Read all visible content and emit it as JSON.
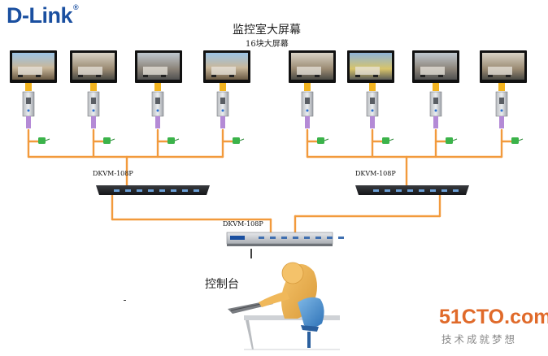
{
  "brand": {
    "logo": "D-Link",
    "registered": "®"
  },
  "header": {
    "title": "监控室大屏幕",
    "subtitle": "16块大屏幕"
  },
  "switches": {
    "left": {
      "label": "DKVM-108P"
    },
    "right": {
      "label": "DKVM-108P"
    },
    "center": {
      "label": "DKVM-108P"
    }
  },
  "console": {
    "label": "控制台"
  },
  "watermark": {
    "main": "51CTO.com",
    "sub": "技术成就梦想"
  },
  "colors": {
    "cable": "#f29a3c",
    "logo": "#1a4fa0",
    "watermark": "#e06a2a",
    "adapter_green": "#3bb34a"
  },
  "icons": [
    "monitor-icon",
    "kvm-adapter-icon",
    "kvm-switch-icon",
    "operator-icon"
  ]
}
